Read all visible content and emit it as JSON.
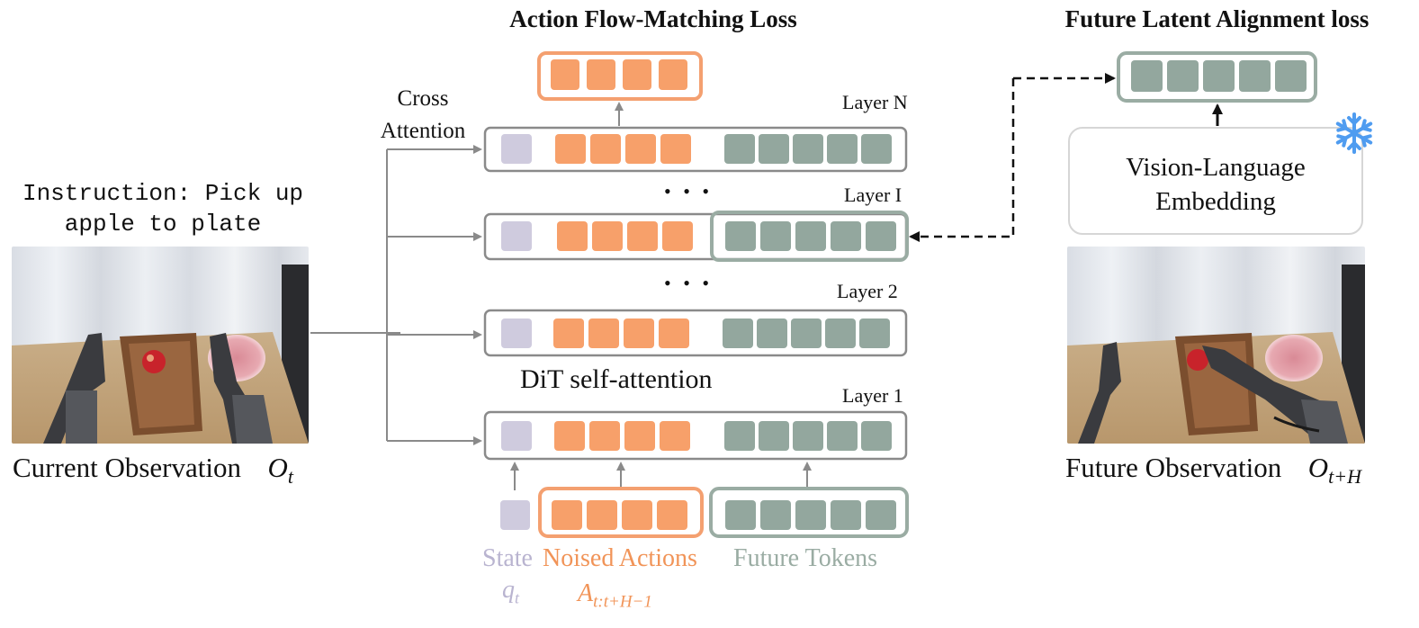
{
  "titles": {
    "action_loss": "Action Flow-Matching Loss",
    "future_loss": "Future Latent Alignment loss"
  },
  "left": {
    "instruction": "Instruction: Pick up apple to plate",
    "instruction_line1": "Instruction: Pick up",
    "instruction_line2": "apple to plate",
    "caption": "Current Observation",
    "caption_symbol": "O",
    "caption_sub": "t"
  },
  "right": {
    "embedding_line1": "Vision-Language",
    "embedding_line2": "Embedding",
    "caption": "Future Observation",
    "caption_symbol": "O",
    "caption_sub": "t+H",
    "frozen_icon": "snowflake-icon"
  },
  "dit": {
    "cross_attention_line1": "Cross",
    "cross_attention_line2": "Attention",
    "self_attention": "DiT self-attention",
    "ellipsis": "• • •",
    "layers": [
      "Layer N",
      "Layer I",
      "Layer 2",
      "Layer 1"
    ]
  },
  "inputs": {
    "state_label": "State",
    "state_symbol": "q",
    "state_sub": "t",
    "actions_label": "Noised Actions",
    "actions_symbol": "A",
    "actions_sub": "t:t+H−1",
    "future_label": "Future Tokens"
  },
  "colors": {
    "state": "#cfcbde",
    "action": "#f7a06a",
    "action_border": "#f4a070",
    "future": "#93a79e",
    "future_border": "#9aaca3",
    "layer_border": "#8a8a8a",
    "state_text": "#b9b4d0",
    "action_text": "#f19458",
    "future_text": "#9aaca3",
    "snowflake": "#4f9cf0"
  }
}
